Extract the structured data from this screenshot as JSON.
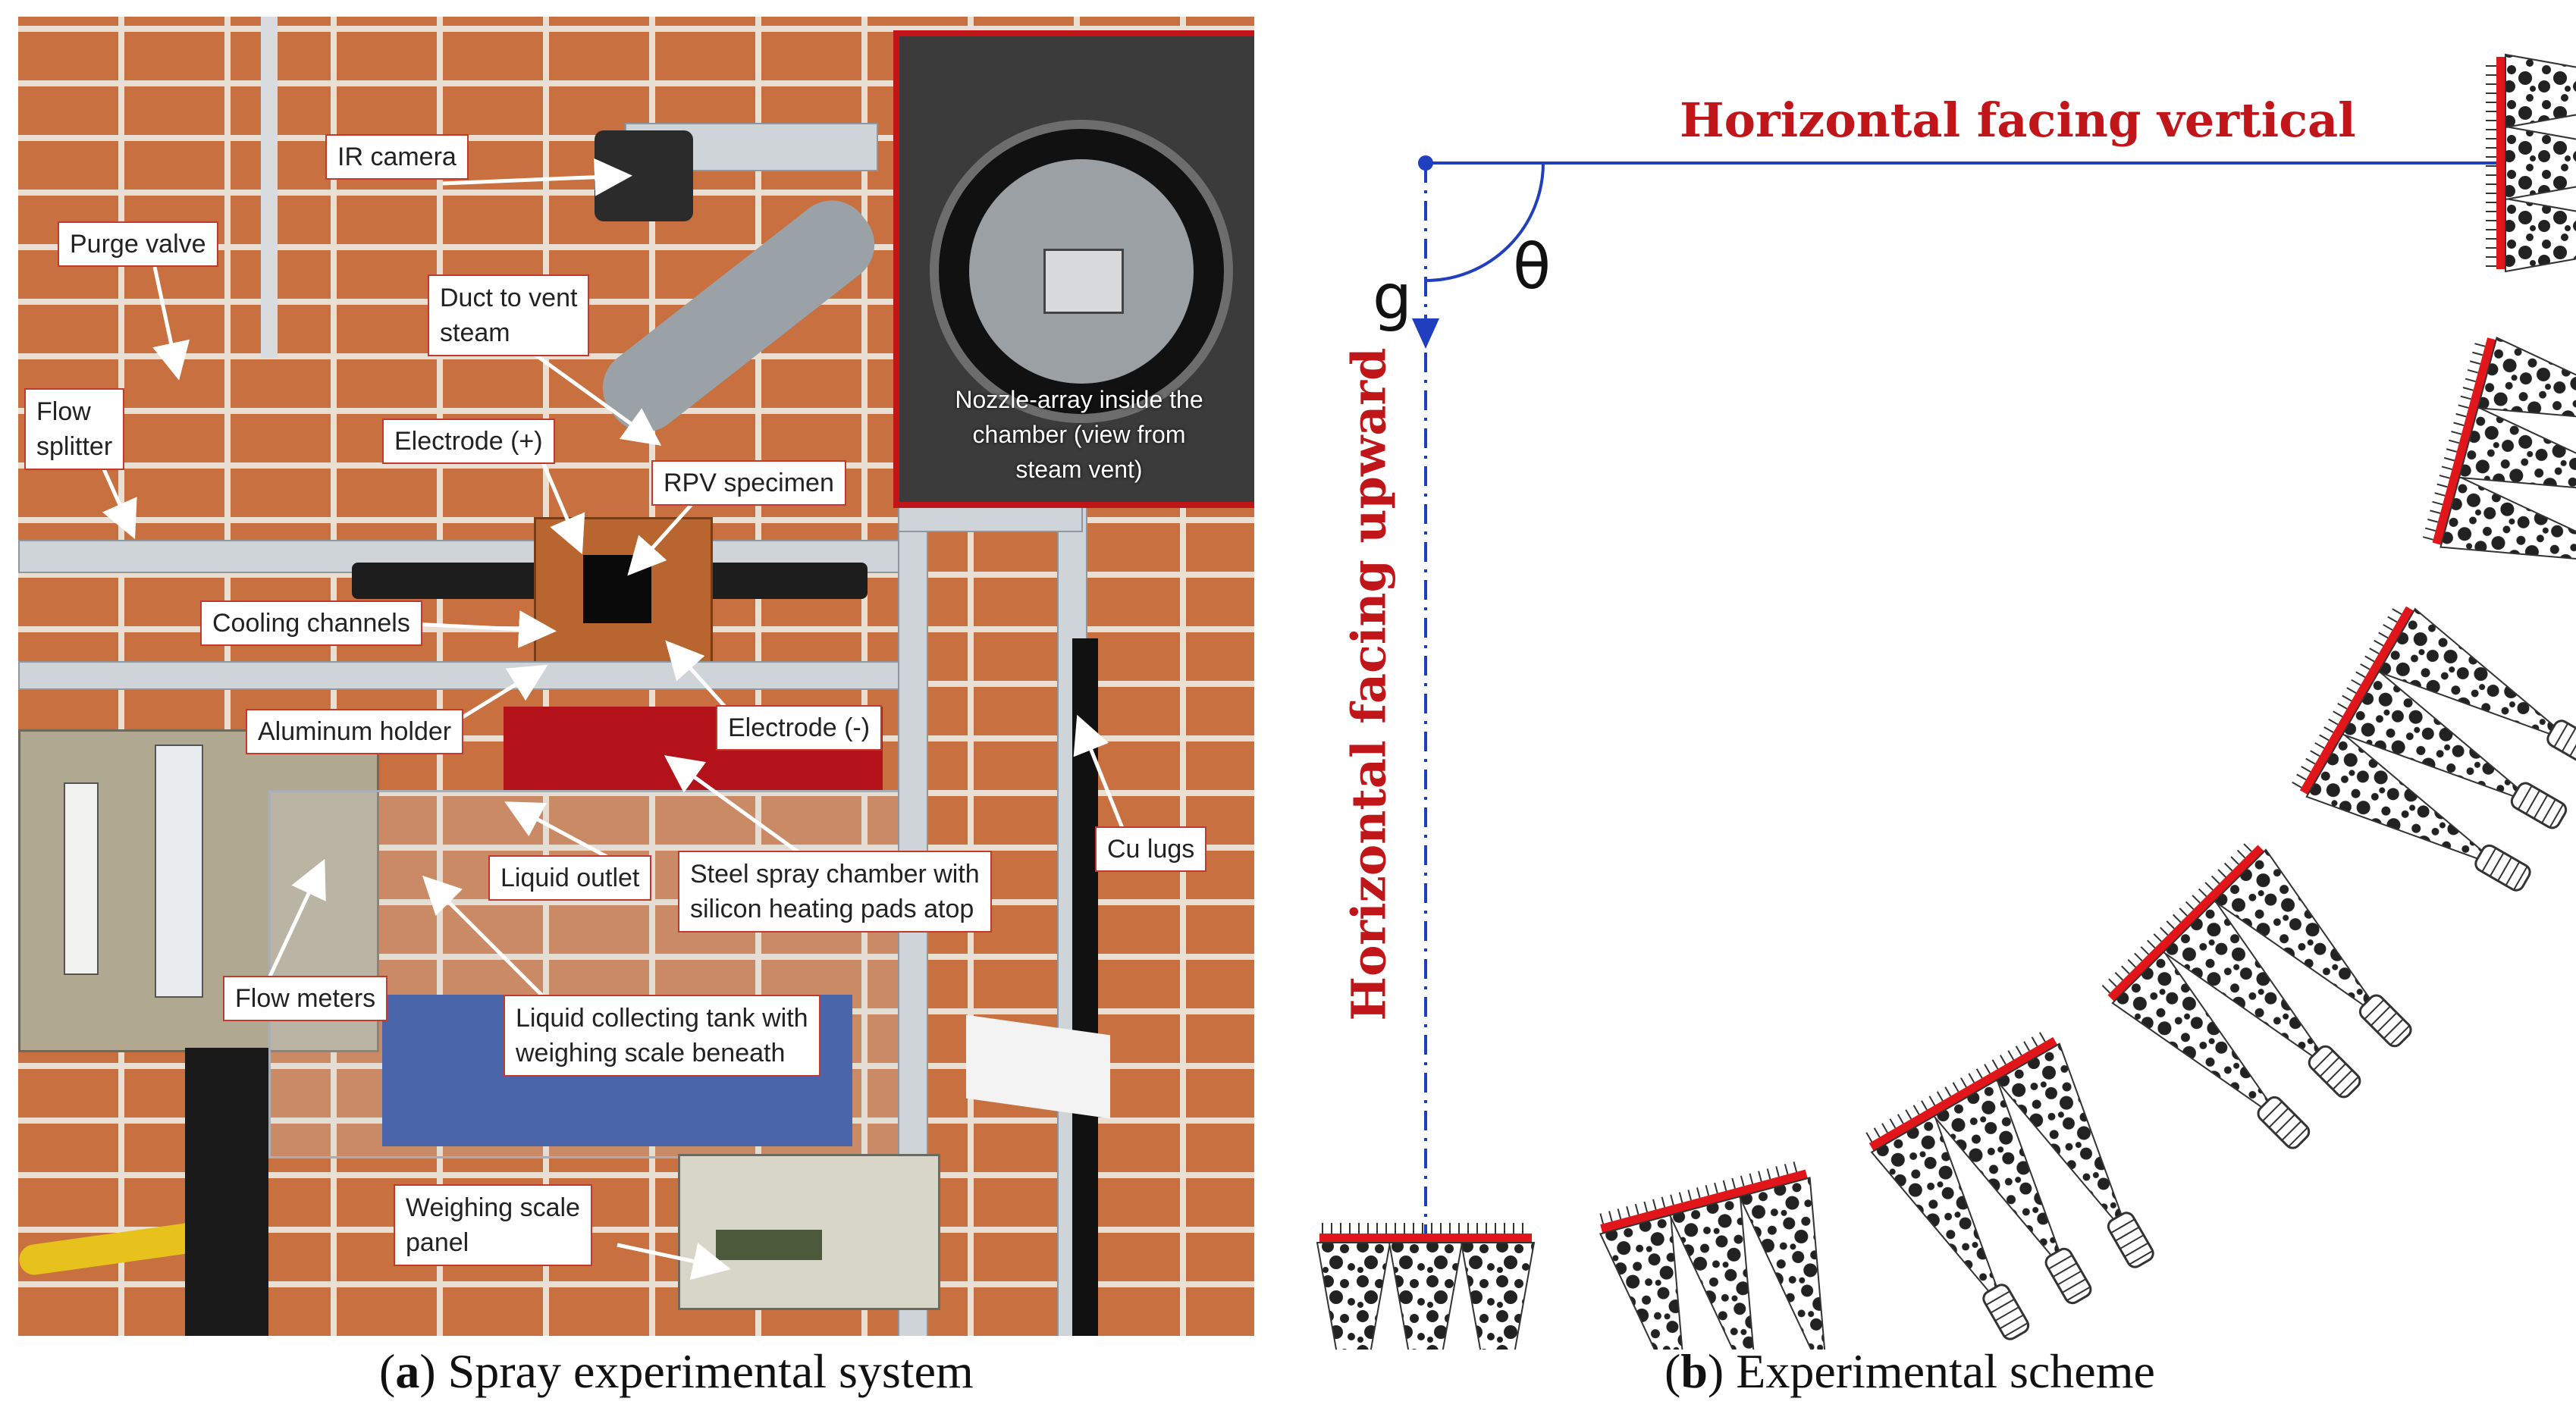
{
  "panel_a": {
    "callouts": {
      "ir_camera": "IR camera",
      "purge_valve": "Purge valve",
      "duct_line1": "Duct to vent",
      "duct_line2": "steam",
      "flow_splitter_line1": "Flow",
      "flow_splitter_line2": "splitter",
      "electrode_pos": "Electrode (+)",
      "rpv_specimen": "RPV specimen",
      "cooling_channels": "Cooling channels",
      "aluminum_holder": "Aluminum holder",
      "electrode_neg": "Electrode (-)",
      "cu_lugs": "Cu lugs",
      "liquid_outlet": "Liquid outlet",
      "chamber_line1": "Steel spray chamber with",
      "chamber_line2": "silicon heating pads atop",
      "flow_meters": "Flow meters",
      "tank_line1": "Liquid collecting tank with",
      "tank_line2": "weighing scale beneath",
      "scale_line1": "Weighing scale",
      "scale_line2": "panel"
    },
    "inset_label": "Nozzle-array inside the\nchamber (view from\nsteam vent)",
    "colors": {
      "callout_border": "#c23a2b",
      "inset_border": "#c0161a"
    }
  },
  "panel_b": {
    "label_vertical": "Horizontal facing vertical",
    "label_upward": "Horizontal facing upward",
    "gravity_symbol": "g",
    "angle_symbol": "θ",
    "colors": {
      "label": "#c0161a",
      "axis": "#1f3fbf",
      "surface": "#e0161a"
    }
  },
  "captions": {
    "a_letter": "a",
    "a_text": " Spray experimental system",
    "b_letter": "b",
    "b_text": " Experimental scheme"
  }
}
